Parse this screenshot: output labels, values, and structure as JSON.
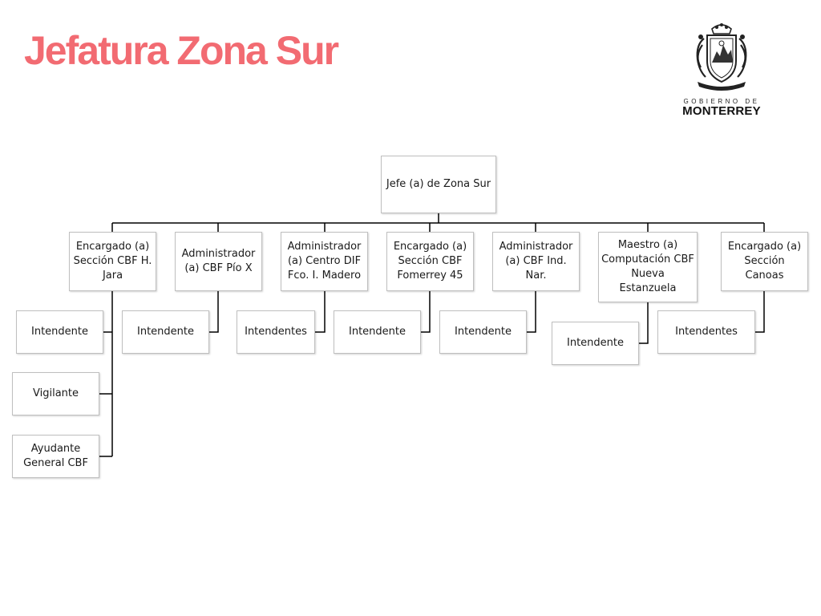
{
  "title": "Jefatura Zona Sur",
  "logo": {
    "line1": "GOBIERNO DE",
    "line2": "MONTERREY"
  },
  "colors": {
    "title": "#f26b72",
    "line": "#000000",
    "box_border": "#bfbfbf"
  },
  "org": {
    "root": "Jefe (a) de Zona Sur",
    "units": [
      {
        "head": "Encargado (a) Sección CBF H. Jara",
        "staff": [
          "Intendente",
          "Vigilante",
          "Ayudante General CBF"
        ]
      },
      {
        "head": "Administrador (a) CBF Pío X",
        "staff": [
          "Intendente"
        ]
      },
      {
        "head": "Administrador (a) Centro DIF Fco. I. Madero",
        "staff": [
          "Intendentes"
        ]
      },
      {
        "head": "Encargado (a) Sección CBF Fomerrey 45",
        "staff": [
          "Intendente"
        ]
      },
      {
        "head": "Administrador (a) CBF Ind. Nar.",
        "staff": [
          "Intendente"
        ]
      },
      {
        "head": "Maestro (a) Computación CBF Nueva Estanzuela",
        "staff": [
          "Intendente"
        ]
      },
      {
        "head": "Encargado (a) Sección Canoas",
        "staff": [
          "Intendentes"
        ]
      }
    ]
  }
}
